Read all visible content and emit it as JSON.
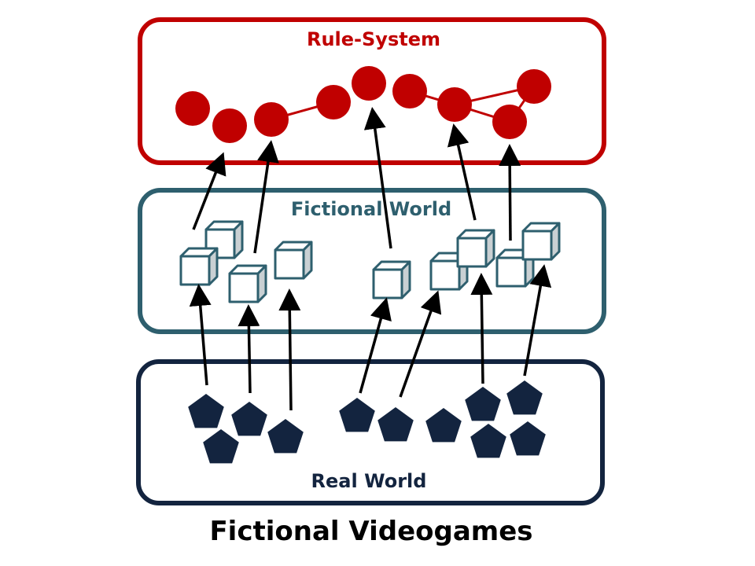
{
  "title": "Fictional Videogames",
  "layers": {
    "rule_system": {
      "label": "Rule-System",
      "color": "#c00000"
    },
    "fictional_world": {
      "label": "Fictional World",
      "color": "#2e5f6e"
    },
    "real_world": {
      "label": "Real World",
      "color": "#13243f"
    }
  },
  "elements": {
    "rule_node_icon": "circle",
    "world_object_icon": "cube",
    "real_entity_icon": "pentagon",
    "arrow_color": "#000000",
    "cube_face_color": "#ffffff",
    "cube_side_color": "#c9d0d3"
  }
}
